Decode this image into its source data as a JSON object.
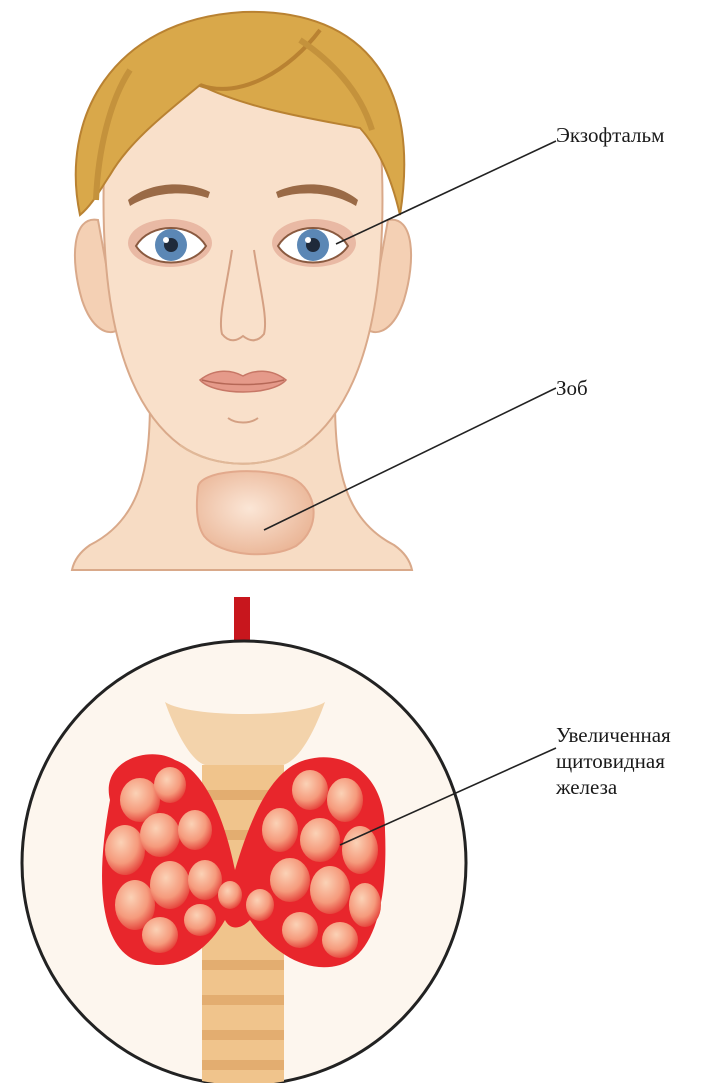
{
  "labels": {
    "exophthalmos": "Экзофтальм",
    "goiter": "Зоб",
    "thyroid": [
      "Увеличенная",
      "щитовидная",
      "железа"
    ]
  },
  "colors": {
    "skin": "#f7dcc4",
    "skin_shadow": "#e8b898",
    "hair": "#d9a84a",
    "hair_dark": "#b98232",
    "iris": "#5b87b5",
    "lips": "#e59a8a",
    "arrow": "#c8161d",
    "thyroid": "#e8262c",
    "thyroid_light": "#f7a58a",
    "trachea": "#f0c48c"
  }
}
